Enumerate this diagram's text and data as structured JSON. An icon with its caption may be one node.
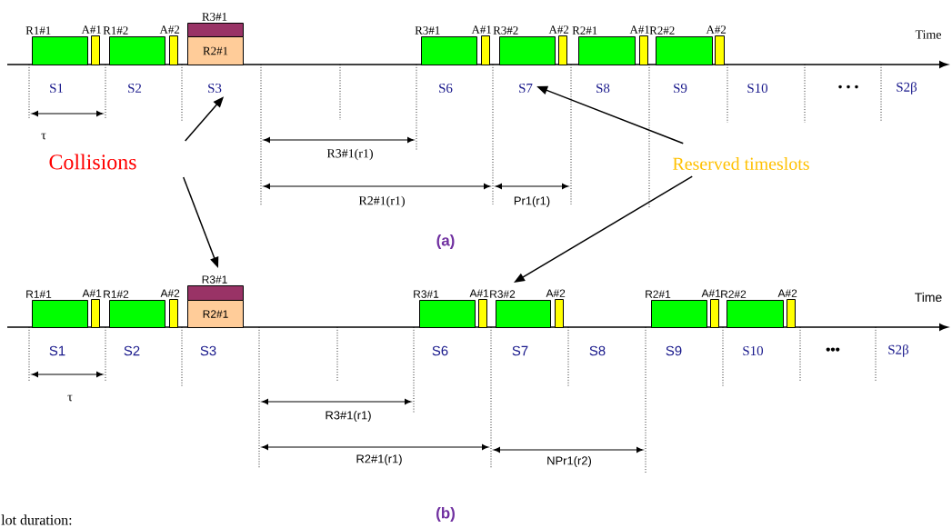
{
  "diagram": {
    "nodes": [
      {
        "text": [
          "R1#1"
        ]
      },
      {
        "text": [
          "A#1"
        ]
      },
      {
        "text": [
          "R1#2"
        ]
      },
      {
        "text": [
          "A#2"
        ]
      },
      {
        "text": [
          "R3#1"
        ]
      },
      {
        "text": [
          "R2#1"
        ]
      },
      {
        "text": [
          "R3#1"
        ]
      },
      {
        "text": [
          "A#1"
        ]
      },
      {
        "text": [
          "R3#2"
        ]
      },
      {
        "text": [
          "A#2"
        ]
      },
      {
        "text": [
          "R2#1"
        ]
      },
      {
        "text": [
          "A#1"
        ]
      },
      {
        "text": [
          "R2#2"
        ]
      },
      {
        "text": [
          "A#2"
        ]
      },
      {
        "text": [
          "S3"
        ]
      },
      {
        "text": [
          "S7"
        ]
      },
      {
        "text": [
          "Collisions"
        ]
      },
      {
        "text": [
          "Reserved timeslots"
        ]
      },
      {
        "text": [
          "R1#1"
        ]
      },
      {
        "text": [
          "A#1"
        ]
      },
      {
        "text": [
          "R1#2"
        ]
      },
      {
        "text": [
          "A#2"
        ]
      },
      {
        "text": [
          "R3#1"
        ]
      },
      {
        "text": [
          "R2#1"
        ]
      },
      {
        "text": [
          "R3#1"
        ]
      },
      {
        "text": [
          "A#1"
        ]
      },
      {
        "text": [
          "R3#2"
        ]
      },
      {
        "text": [
          "A#2"
        ]
      },
      {
        "text": [
          "R2#1"
        ]
      },
      {
        "text": [
          "A#1"
        ]
      },
      {
        "text": [
          "R2#2"
        ]
      },
      {
        "text": [
          "A#2"
        ]
      }
    ],
    "edges": [
      {
        "from": 16,
        "to": 14,
        "arrow": "to"
      },
      {
        "from": 16,
        "to": 22,
        "arrow": "to"
      },
      {
        "from": 17,
        "to": 15,
        "arrow": "to"
      },
      {
        "from": 17,
        "to": 26,
        "arrow": "to"
      }
    ],
    "labels": [
      "Time",
      "S1",
      "S2",
      "S6",
      "S8",
      "S9",
      "S10",
      "• • •",
      "S2β",
      "τ",
      "R3#1(r1)",
      "R2#1(r1)",
      "Pr1(r1)",
      "(a)",
      "Time",
      "S1",
      "S2",
      "S3",
      "S6",
      "S7",
      "S8",
      "S9",
      "S10",
      "•••",
      "S2β",
      "τ",
      "R3#1(r1)",
      "R2#1(r1)",
      "NPr1(r2)",
      "lot duration:",
      "(b)"
    ]
  }
}
